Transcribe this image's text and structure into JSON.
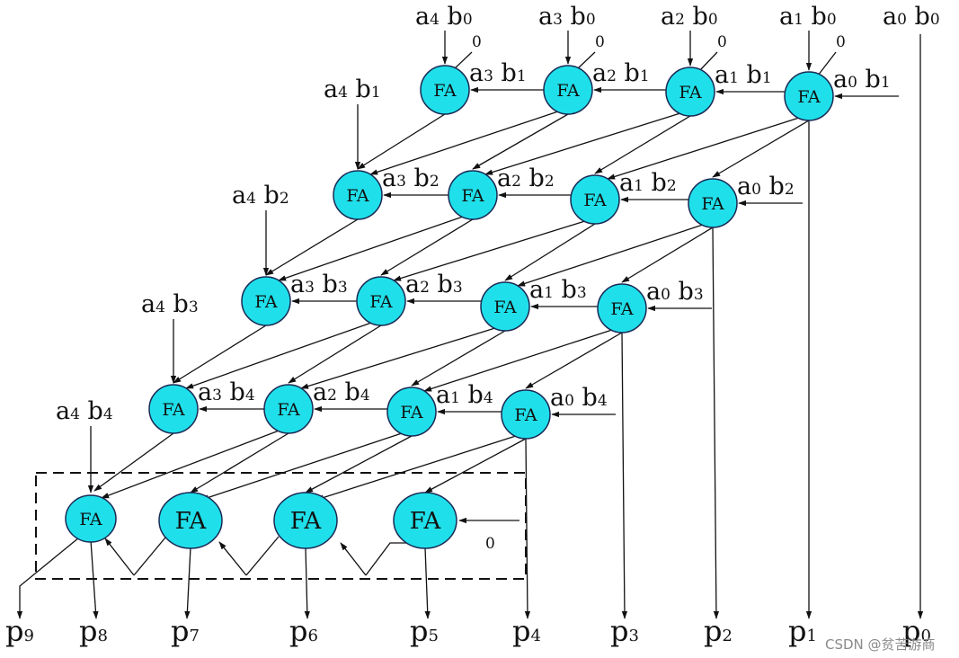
{
  "diagram": {
    "colors": {
      "fa_fill": "#1fe0ea",
      "wire": "#111111",
      "background": "#ffffff"
    },
    "block_label": "FA",
    "zero": "0",
    "row0_inputs": [
      {
        "a": "a",
        "ai": "4",
        "b": "b",
        "bi": "0"
      },
      {
        "a": "a",
        "ai": "3",
        "b": "b",
        "bi": "0"
      },
      {
        "a": "a",
        "ai": "2",
        "b": "b",
        "bi": "0"
      },
      {
        "a": "a",
        "ai": "1",
        "b": "b",
        "bi": "0"
      },
      {
        "a": "a",
        "ai": "0",
        "b": "b",
        "bi": "0"
      }
    ],
    "row_left_inputs": [
      {
        "a": "a",
        "ai": "4",
        "b": "b",
        "bi": "1"
      },
      {
        "a": "a",
        "ai": "4",
        "b": "b",
        "bi": "2"
      },
      {
        "a": "a",
        "ai": "4",
        "b": "b",
        "bi": "3"
      },
      {
        "a": "a",
        "ai": "4",
        "b": "b",
        "bi": "4"
      }
    ],
    "row_side_inputs": [
      [
        {
          "a": "a",
          "ai": "3",
          "b": "b",
          "bi": "1"
        },
        {
          "a": "a",
          "ai": "2",
          "b": "b",
          "bi": "1"
        },
        {
          "a": "a",
          "ai": "1",
          "b": "b",
          "bi": "1"
        },
        {
          "a": "a",
          "ai": "0",
          "b": "b",
          "bi": "1"
        }
      ],
      [
        {
          "a": "a",
          "ai": "3",
          "b": "b",
          "bi": "2"
        },
        {
          "a": "a",
          "ai": "2",
          "b": "b",
          "bi": "2"
        },
        {
          "a": "a",
          "ai": "1",
          "b": "b",
          "bi": "2"
        },
        {
          "a": "a",
          "ai": "0",
          "b": "b",
          "bi": "2"
        }
      ],
      [
        {
          "a": "a",
          "ai": "3",
          "b": "b",
          "bi": "3"
        },
        {
          "a": "a",
          "ai": "2",
          "b": "b",
          "bi": "3"
        },
        {
          "a": "a",
          "ai": "1",
          "b": "b",
          "bi": "3"
        },
        {
          "a": "a",
          "ai": "0",
          "b": "b",
          "bi": "3"
        }
      ],
      [
        {
          "a": "a",
          "ai": "3",
          "b": "b",
          "bi": "4"
        },
        {
          "a": "a",
          "ai": "2",
          "b": "b",
          "bi": "4"
        },
        {
          "a": "a",
          "ai": "1",
          "b": "b",
          "bi": "4"
        },
        {
          "a": "a",
          "ai": "0",
          "b": "b",
          "bi": "4"
        }
      ]
    ],
    "outputs": [
      {
        "p": "p",
        "i": "9"
      },
      {
        "p": "p",
        "i": "8"
      },
      {
        "p": "p",
        "i": "7"
      },
      {
        "p": "p",
        "i": "6"
      },
      {
        "p": "p",
        "i": "5"
      },
      {
        "p": "p",
        "i": "4"
      },
      {
        "p": "p",
        "i": "3"
      },
      {
        "p": "p",
        "i": "2"
      },
      {
        "p": "p",
        "i": "1"
      },
      {
        "p": "p",
        "i": "0"
      }
    ],
    "watermark": "CSDN @贫苦游商"
  }
}
